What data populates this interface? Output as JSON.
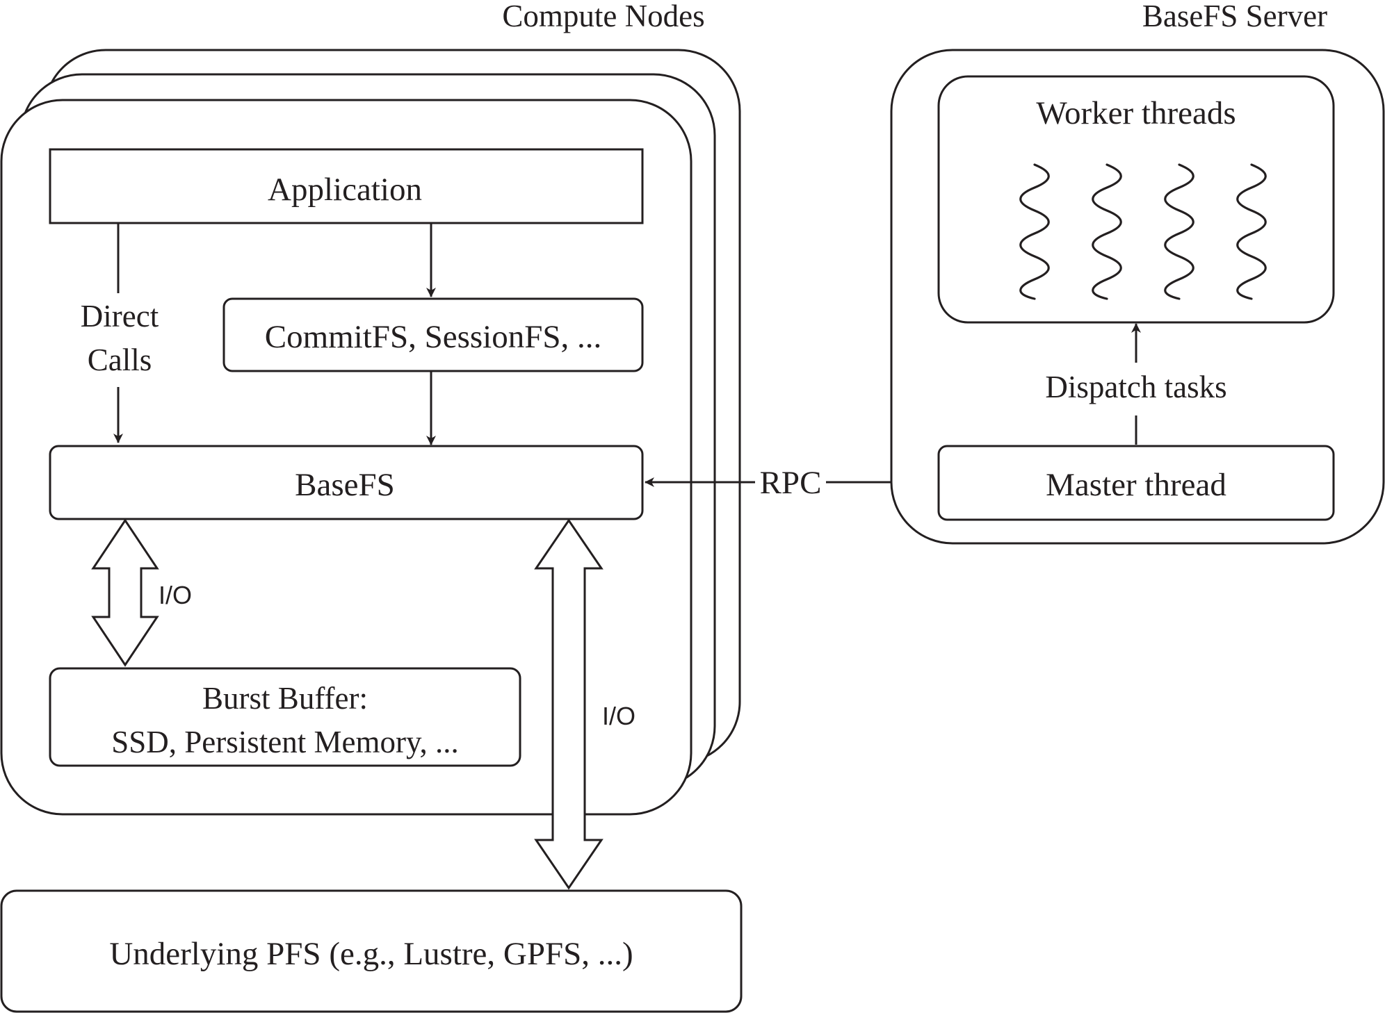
{
  "compute_nodes": {
    "title": "Compute  Nodes",
    "application": "Application",
    "direct_calls_line1": "Direct",
    "direct_calls_line2": "Calls",
    "variants": "CommitFS, SessionFS, ...",
    "basefs": "BaseFS",
    "io_local": "I/O",
    "io_pfs": "I/O",
    "burst_buffer_line1": "Burst Buffer:",
    "burst_buffer_line2": "SSD, Persistent Memory, ..."
  },
  "rpc": "RPC",
  "server": {
    "title": "BaseFS Server",
    "worker_threads": "Worker threads",
    "dispatch_tasks": "Dispatch tasks",
    "master_thread": "Master thread"
  },
  "pfs": "Underlying PFS (e.g., Lustre, GPFS, ...)",
  "colors": {
    "stroke": "#231f20",
    "background": "#ffffff"
  }
}
